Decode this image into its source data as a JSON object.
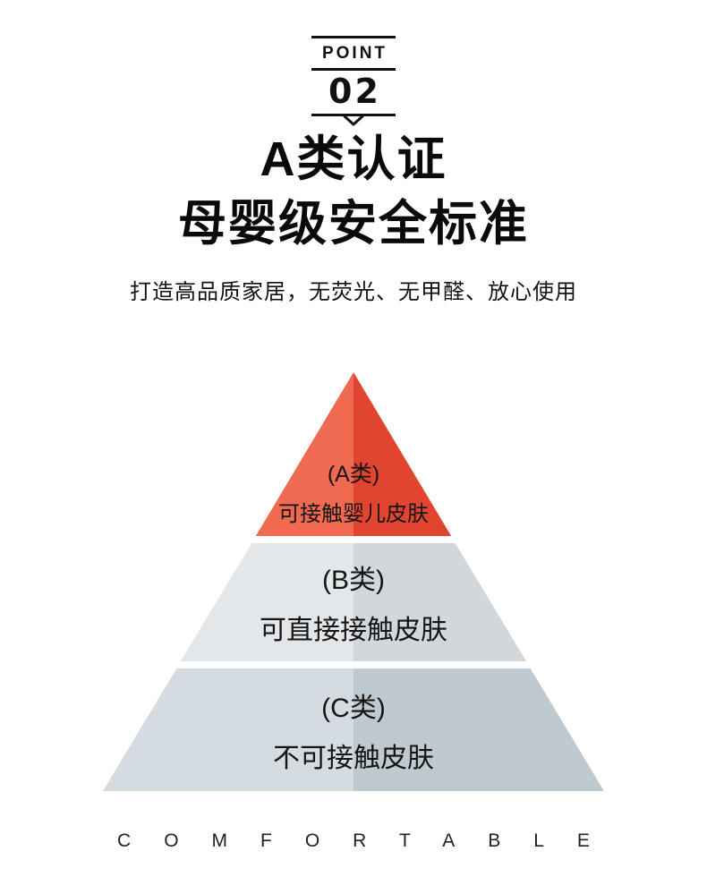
{
  "badge": {
    "label": "POINT",
    "number": "02"
  },
  "heading": {
    "line1": "A类认证",
    "line2": "母婴级安全标准"
  },
  "subtitle": "打造高品质家居，无荧光、无甲醛、放心使用",
  "pyramid": {
    "tiers": [
      {
        "grade": "(A类)",
        "desc": "可接触婴儿皮肤",
        "color_left": "#ef6a50",
        "color_right": "#e2452f"
      },
      {
        "grade": "(B类)",
        "desc": "可直接接触皮肤",
        "color_left": "#e3e7ea",
        "color_right": "#d1d7db"
      },
      {
        "grade": "(C类)",
        "desc": "不可接触皮肤",
        "color_left": "#d4dce1",
        "color_right": "#bfcad0"
      }
    ]
  },
  "footer": {
    "text": "COMFORTABLE"
  }
}
